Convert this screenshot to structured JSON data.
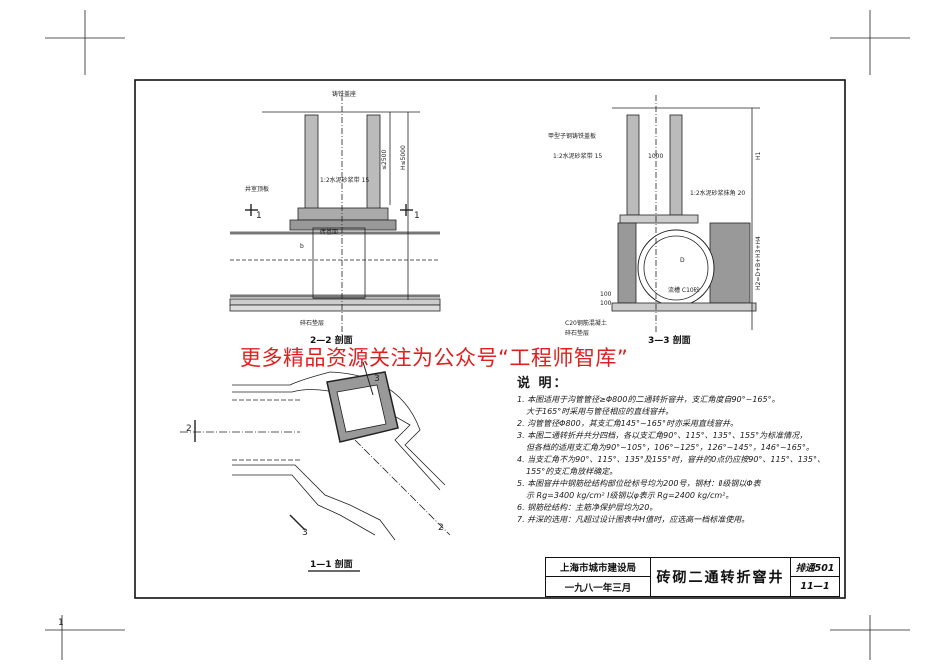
{
  "watermark": "更多精品资源关注为公众号“工程师智库”",
  "section_2_2": {
    "title": "2—2 剖面",
    "labels": {
      "cover": "铸铁盖座",
      "roof_slab": "井室顶板",
      "mortar": "1:2水泥砂浆带 15",
      "brick_base": "砖基面",
      "gravel": "碎石垫层",
      "dim_h1": "≤2500",
      "dim_h": "H≤5000",
      "dim_b": "b",
      "cut_mark": "1"
    }
  },
  "section_3_3": {
    "title": "3—3 剖面",
    "labels": {
      "cover": "甲型子钢铸铁盖板",
      "mortar": "1:2水泥砂浆带 15",
      "fillet": "1:2水泥砂浆抹角 20",
      "channel": "流槽 C10砼",
      "slab": "C20钢筋混凝土",
      "gravel": "碎石垫层",
      "dim_1000": "1000",
      "dim_d": "D",
      "dim_h1": "H1",
      "dim_h2": "H2=D+B+H3+H4",
      "dim_100a": "100",
      "dim_100b": "100"
    }
  },
  "section_1_1": {
    "title": "1—1 剖面",
    "cut_marks": [
      "2",
      "2",
      "3",
      "3"
    ]
  },
  "notes": {
    "title": "说 明：",
    "items": [
      "1. 本图适用于沟管管径≥Φ800的二通转折窨井，支汇角度自90°~165°。",
      "大于165°时采用与管径相应的直线窨井。",
      "2. 沟管管径Φ800，其支汇角145°~165°时亦采用直线窨井。",
      "3. 本图二通转折井共分四档，各以支汇角90°、115°、135°、155°为标准情况，",
      "但各档的适用支汇角为90°~105°，106°~125°，126°~145°，146°~165°。",
      "4. 当支汇角不为90°、115°、135°及155°时，窨井的0点仍应按90°、115°、135°、",
      "155°的支汇角放样确定。",
      "5. 本图窨井中钢筋砼结构部位砼标号均为200号，钢材：Ⅱ级钢以Φ表",
      "示 Rg=3400 kg/cm²  Ⅰ级钢以φ表示 Rg=2400 kg/cm²。",
      "6. 钢筋砼结构：主筋净保护层均为20。",
      "7. 井深的选用：凡超过设计图表中H值时，应选高一档标准使用。"
    ]
  },
  "title_block": {
    "org": "上海市城市建设局",
    "date": "一九八一年三月",
    "drawing_title": "砖砌二通转折窨井",
    "code": "排通501",
    "sheet": "11—1"
  },
  "corner_mark": "1"
}
